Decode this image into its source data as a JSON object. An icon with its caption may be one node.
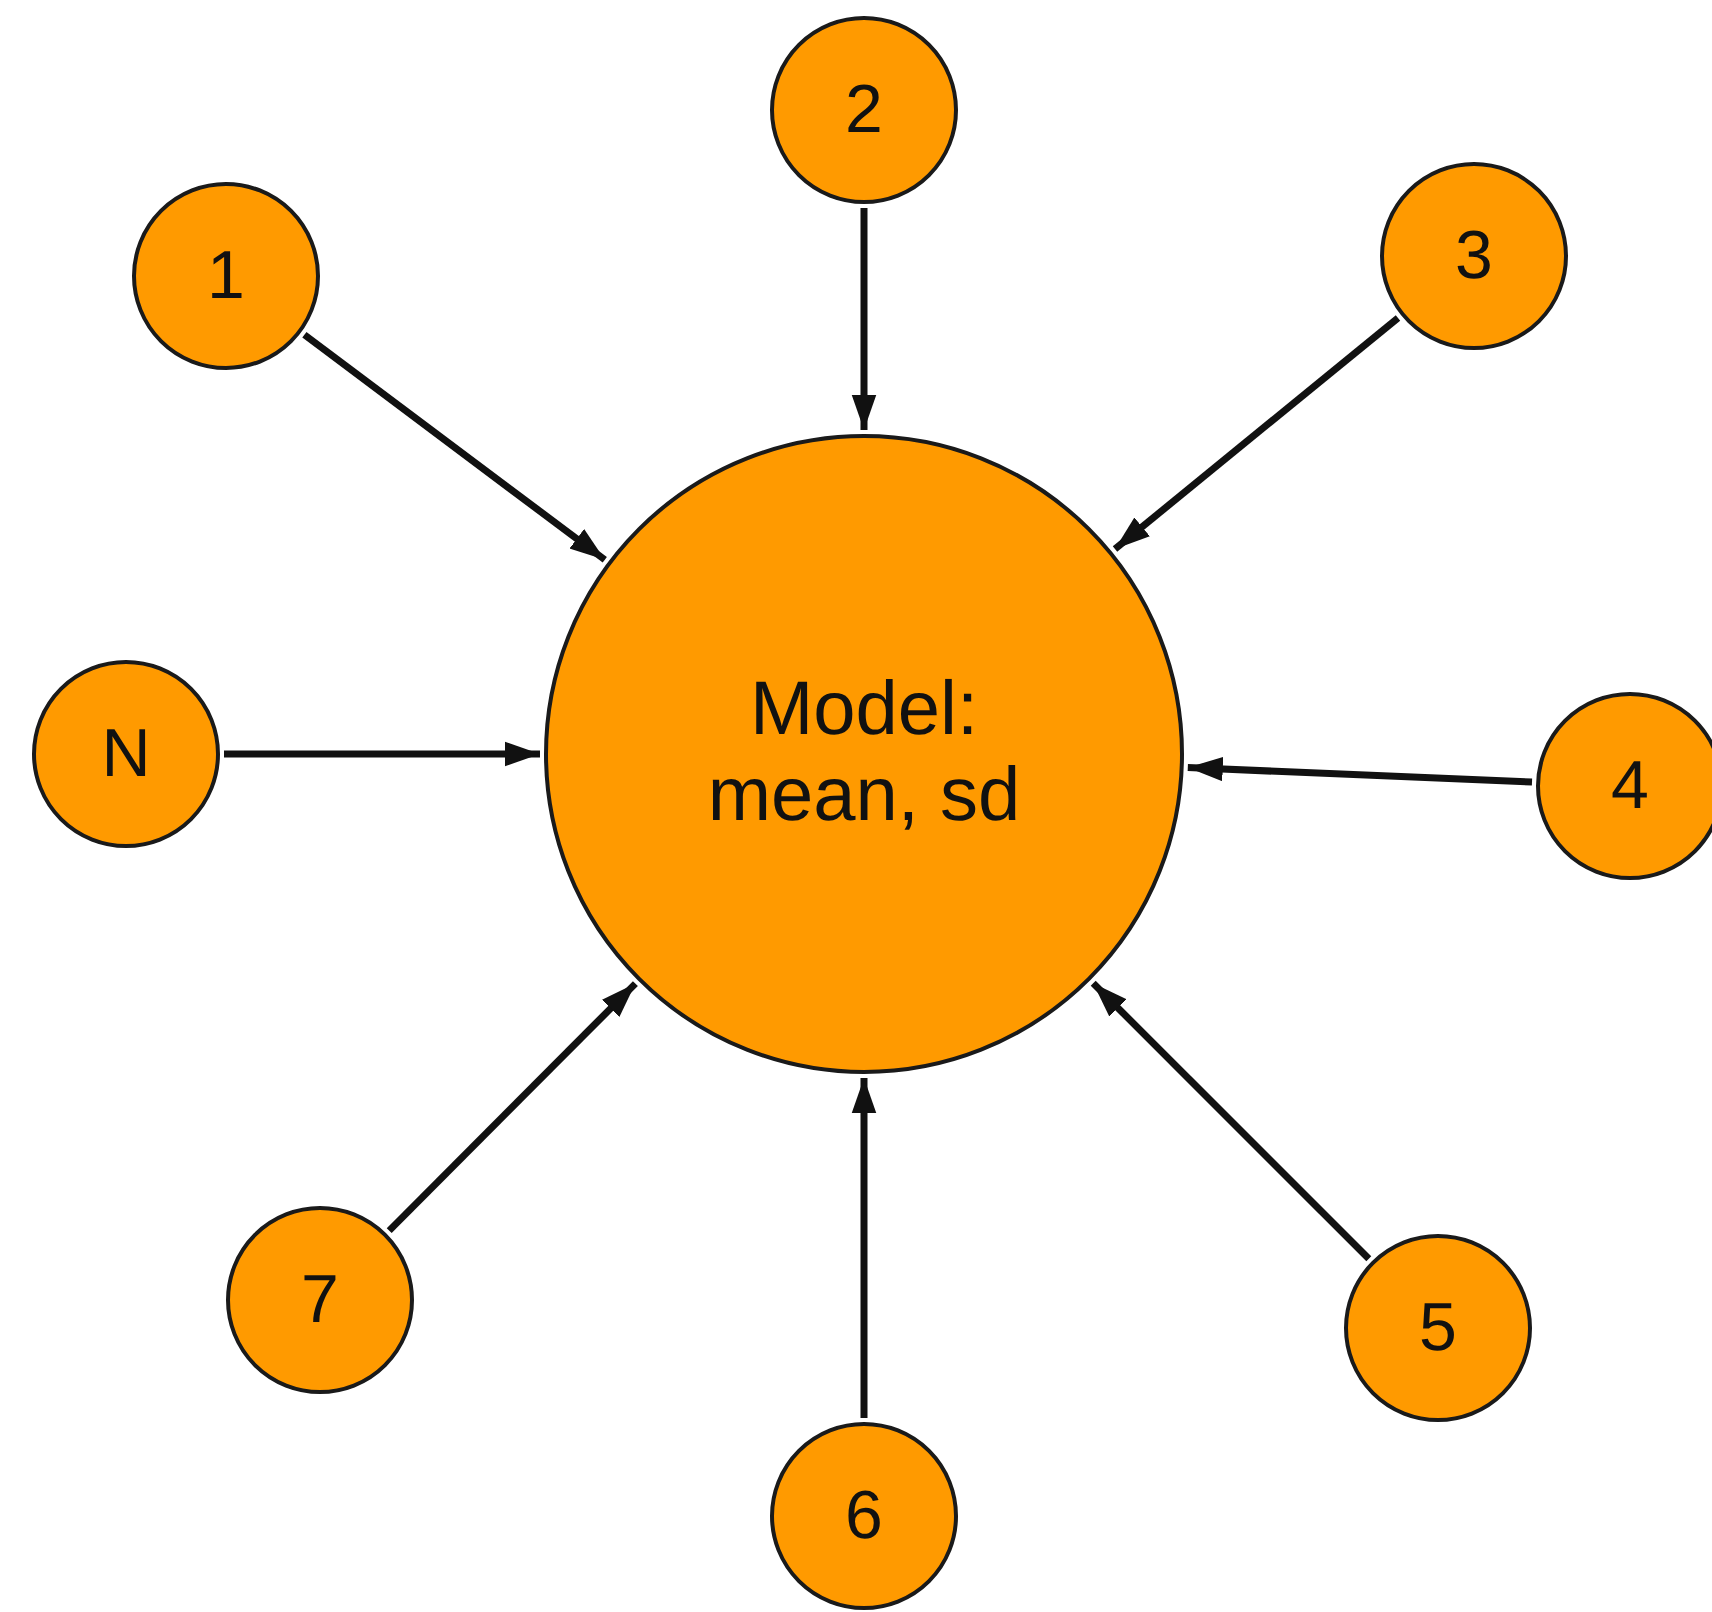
{
  "diagram": {
    "nodes": [
      {
        "text": [
          "Model: mean, sd"
        ]
      },
      {
        "text": [
          "1"
        ]
      },
      {
        "text": [
          "2"
        ]
      },
      {
        "text": [
          "3"
        ]
      },
      {
        "text": [
          "4"
        ]
      },
      {
        "text": [
          "5"
        ]
      },
      {
        "text": [
          "6"
        ]
      },
      {
        "text": [
          "7"
        ]
      },
      {
        "text": [
          "N"
        ]
      }
    ],
    "edges": [
      {
        "from": 1,
        "to": 0,
        "arrow": "to"
      },
      {
        "from": 2,
        "to": 0,
        "arrow": "to"
      },
      {
        "from": 3,
        "to": 0,
        "arrow": "to"
      },
      {
        "from": 4,
        "to": 0,
        "arrow": "to"
      },
      {
        "from": 5,
        "to": 0,
        "arrow": "to"
      },
      {
        "from": 6,
        "to": 0,
        "arrow": "to"
      },
      {
        "from": 7,
        "to": 0,
        "arrow": "to"
      },
      {
        "from": 8,
        "to": 0,
        "arrow": "to"
      }
    ]
  }
}
